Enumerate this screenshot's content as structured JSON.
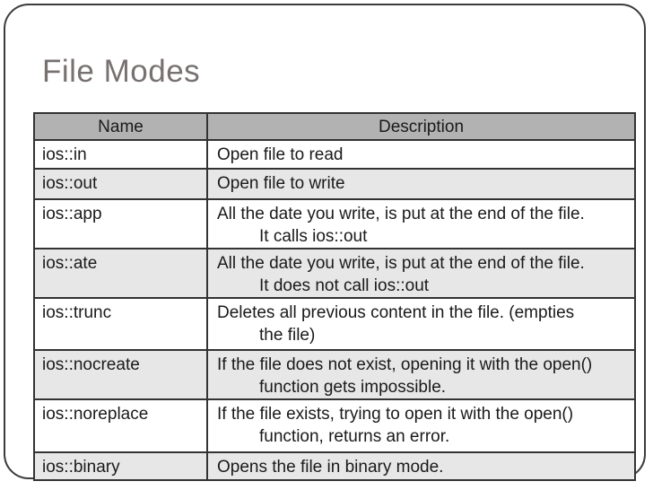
{
  "slide": {
    "title": "File Modes"
  },
  "colors": {
    "background": "#FFFFFF",
    "slide_border": "#3C3C3C",
    "title_text": "#777170",
    "table_border": "#333333",
    "header_bg": "#B2B2B2",
    "row_stripe_bg": "#E7E7E7",
    "body_text": "#1A1A1A"
  },
  "table": {
    "header": {
      "name": "Name",
      "description": "Description"
    },
    "rows": [
      {
        "name": "ios::in",
        "line1": "Open file to read",
        "line2": ""
      },
      {
        "name": "ios::out",
        "line1": "Open file to write",
        "line2": ""
      },
      {
        "name": "ios::app",
        "line1": "All the date you write, is put at the end of the file.",
        "line2": "It calls ios::out"
      },
      {
        "name": "ios::ate",
        "line1": "All the date you write, is put at the end of the file.",
        "line2": "It does not call ios::out"
      },
      {
        "name": "ios::trunc",
        "line1": "Deletes all previous content in the file. (empties",
        "line2": "the file)"
      },
      {
        "name": "ios::nocreate",
        "line1": "If the file does not exist, opening it with the open()",
        "line2": "function gets impossible."
      },
      {
        "name": "ios::noreplace",
        "line1": "If the file exists, trying to open it with the open()",
        "line2": "function, returns an error."
      },
      {
        "name": "ios::binary",
        "line1": "Opens the file in binary mode.",
        "line2": ""
      }
    ]
  }
}
